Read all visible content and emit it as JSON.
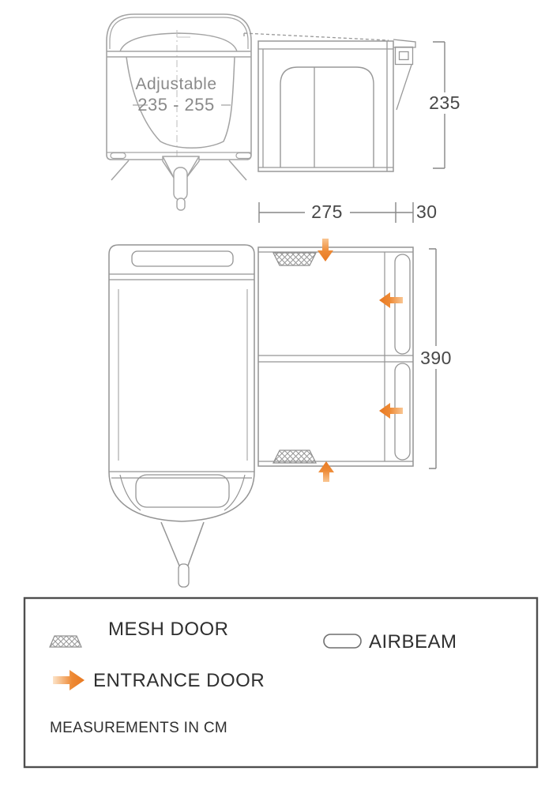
{
  "front_view": {
    "adjustable_label": "Adjustable",
    "adjustable_range": "235 - 255"
  },
  "dimensions": {
    "depth_main_cm": "275",
    "depth_extension_cm": "30",
    "height_cm": "235",
    "length_cm": "390"
  },
  "legend": {
    "mesh_door_label": "MESH DOOR",
    "airbeam_label": "AIRBEAM",
    "entrance_door_label": "ENTRANCE DOOR",
    "note": "MEASUREMENTS IN CM",
    "icons": [
      "mesh-door-icon",
      "airbeam-icon",
      "entrance-door-arrow-icon"
    ]
  },
  "colors": {
    "accent_orange": "#e87922",
    "accent_orange_light": "#f8c globe",
    "line_gray": "#9a9a9a",
    "dimension_text": "#484848",
    "legend_text": "#2f2f2f"
  }
}
